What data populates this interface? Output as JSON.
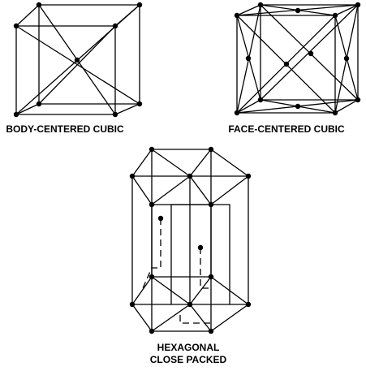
{
  "figures": [
    {
      "id": "bcc",
      "label_lines": [
        "BODY-CENTERED CUBIC"
      ]
    },
    {
      "id": "fcc",
      "label_lines": [
        "FACE-CENTERED CUBIC"
      ]
    },
    {
      "id": "hcp",
      "label_lines": [
        "HEXAGONAL",
        "CLOSE PACKED"
      ]
    }
  ]
}
